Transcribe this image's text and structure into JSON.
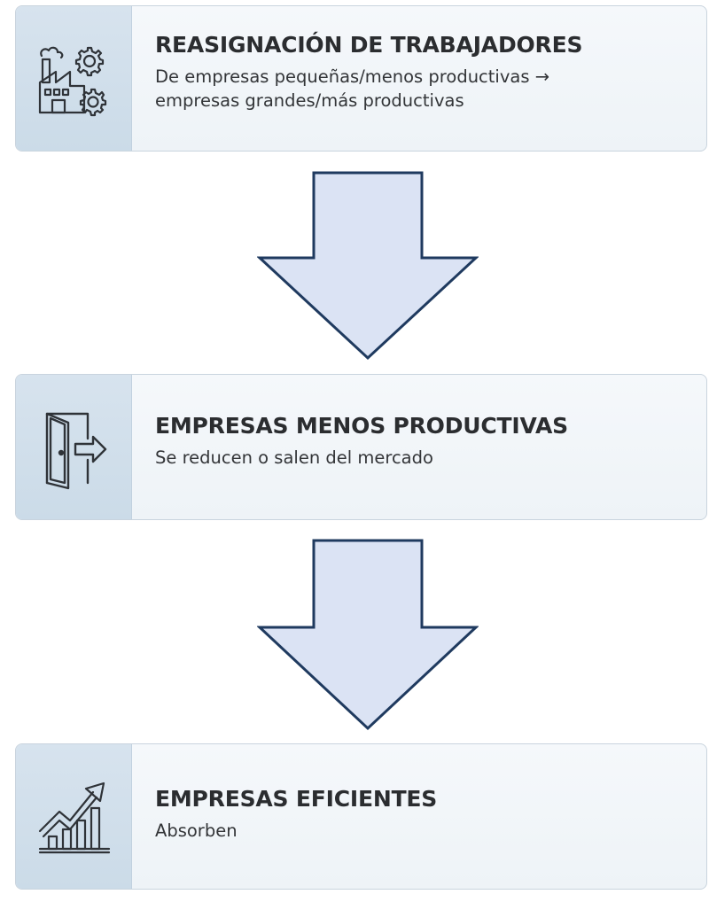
{
  "steps": [
    {
      "icon": "factory-gears-icon",
      "title": "REASIGNACIÓN DE TRABAJADORES",
      "description_line1": "De empresas pequeñas/menos productivas →",
      "description_line2": "empresas grandes/más productivas"
    },
    {
      "icon": "door-exit-icon",
      "title": "EMPRESAS MENOS PRODUCTIVAS",
      "description_line1": "Se reducen o salen del mercado"
    },
    {
      "icon": "growth-chart-icon",
      "title": "EMPRESAS EFICIENTES",
      "description_line1": "Absorben"
    }
  ],
  "colors": {
    "card_background": "#f2f6f9",
    "icon_panel": "#d2e0eb",
    "arrow_fill": "#dbe3f4",
    "arrow_stroke": "#1f3a5f",
    "title_text": "#2b2d30"
  }
}
